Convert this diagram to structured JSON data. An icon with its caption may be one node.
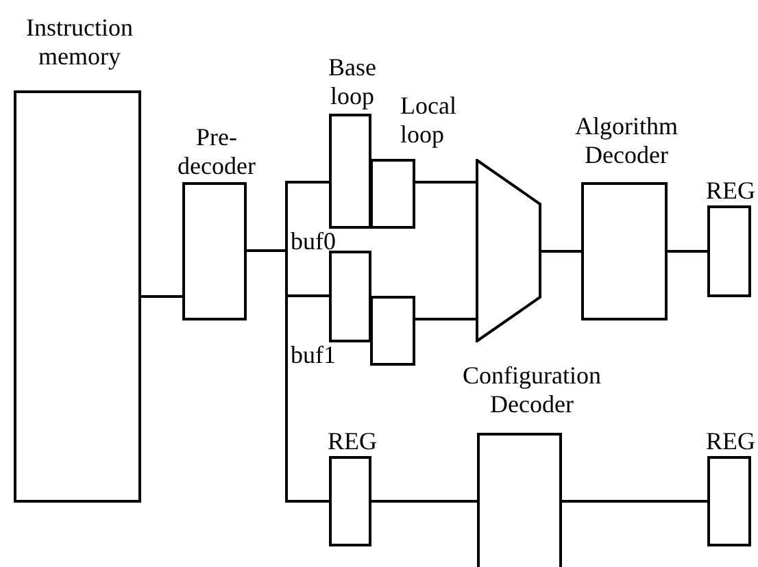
{
  "diagram": {
    "nodes": [
      {
        "text": [
          "Instruction memory"
        ]
      },
      {
        "text": [
          "Pre- decoder"
        ]
      },
      {
        "text": [
          "Base loop"
        ],
        "beside": [
          "buf0"
        ]
      },
      {
        "text": [
          "Local loop"
        ]
      },
      {
        "text": [],
        "shape": "box",
        "beside": [
          "buf1"
        ]
      },
      {
        "text": [],
        "shape": "box"
      },
      {
        "text": [],
        "shape": "trapezoid"
      },
      {
        "text": [
          "Algorithm Decoder"
        ]
      },
      {
        "text": [
          "REG"
        ]
      },
      {
        "text": [
          "REG"
        ]
      },
      {
        "text": [
          "Configuration Decoder"
        ]
      },
      {
        "text": [
          "REG"
        ]
      }
    ],
    "edges": [
      {
        "from": 0,
        "to": 1,
        "arrow": "none"
      },
      {
        "from": 1,
        "to": 2,
        "arrow": "none"
      },
      {
        "from": 1,
        "to": 4,
        "arrow": "none"
      },
      {
        "from": 1,
        "to": 9,
        "arrow": "none"
      },
      {
        "from": 3,
        "to": 6,
        "arrow": "none"
      },
      {
        "from": 5,
        "to": 6,
        "arrow": "none"
      },
      {
        "from": 6,
        "to": 7,
        "arrow": "none"
      },
      {
        "from": 7,
        "to": 8,
        "arrow": "none"
      },
      {
        "from": 9,
        "to": 10,
        "arrow": "none"
      },
      {
        "from": 10,
        "to": 11,
        "arrow": "none"
      }
    ]
  }
}
